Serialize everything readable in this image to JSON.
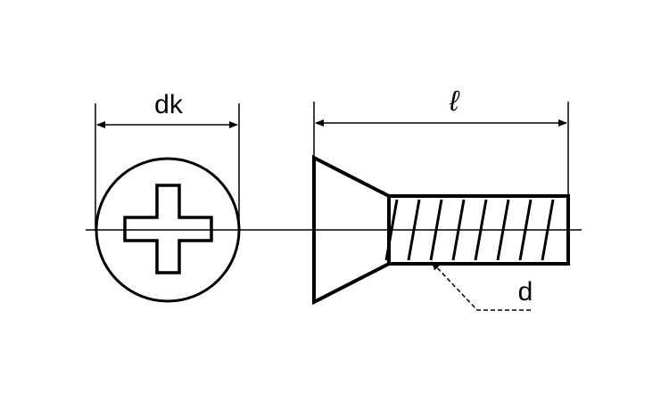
{
  "labels": {
    "head_diameter": "dk",
    "length": "ℓ",
    "thread_diameter": "d"
  },
  "colors": {
    "ink": "#000000",
    "background": "#ffffff"
  }
}
